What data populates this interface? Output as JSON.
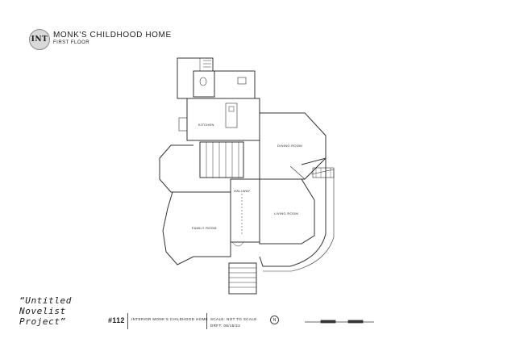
{
  "header": {
    "badge": "INT",
    "title": "Monk's Childhood Home",
    "subtitle": "First Floor"
  },
  "rooms": {
    "kitchen": "Kitchen",
    "dining": "Dining Room",
    "hallway": "Hallway",
    "living": "Living Room",
    "family": "Family Room"
  },
  "project": {
    "line1": "“Untitled",
    "line2": "Novelist",
    "line3": "Project”"
  },
  "title_block": {
    "sheet_number": "#112",
    "drawing_name": "Interior Monk's Childhood Home",
    "scale": "Scale: Not to Scale",
    "date": "DRFT: 08/15/22",
    "north_symbol": "N"
  }
}
